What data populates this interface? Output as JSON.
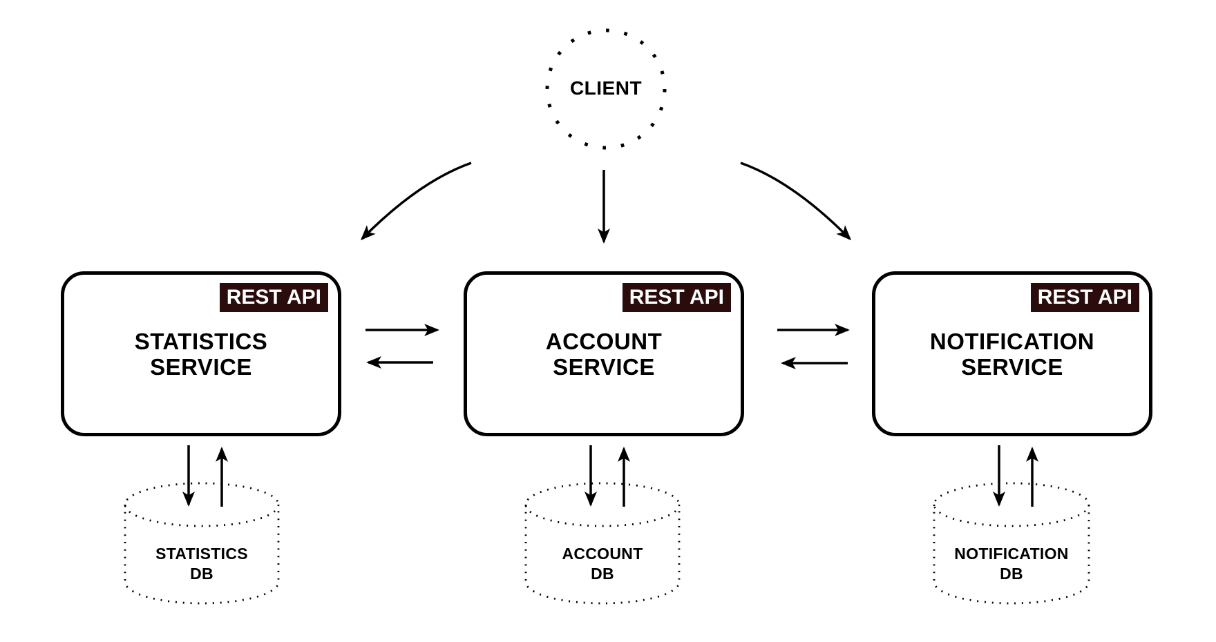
{
  "colors": {
    "ink": "#000000",
    "background": "#ffffff",
    "badge_background": "#2a0c0c",
    "badge_text": "#ffffff"
  },
  "client": {
    "label": "CLIENT"
  },
  "services": [
    {
      "badge": "REST API",
      "name": "STATISTICS\nSERVICE",
      "db": "STATISTICS\nDB"
    },
    {
      "badge": "REST API",
      "name": "ACCOUNT\nSERVICE",
      "db": "ACCOUNT\nDB"
    },
    {
      "badge": "REST API",
      "name": "NOTIFICATION\nSERVICE",
      "db": "NOTIFICATION\nDB"
    }
  ],
  "connections": [
    {
      "from": "client",
      "to": "statistics-service",
      "style": "curved-arrow"
    },
    {
      "from": "client",
      "to": "account-service",
      "style": "straight-arrow"
    },
    {
      "from": "client",
      "to": "notification-service",
      "style": "curved-arrow"
    },
    {
      "from": "statistics-service",
      "to": "account-service",
      "bidirectional": true
    },
    {
      "from": "account-service",
      "to": "notification-service",
      "bidirectional": true
    },
    {
      "from": "statistics-service",
      "to": "statistics-db",
      "bidirectional": true
    },
    {
      "from": "account-service",
      "to": "account-db",
      "bidirectional": true
    },
    {
      "from": "notification-service",
      "to": "notification-db",
      "bidirectional": true
    }
  ]
}
